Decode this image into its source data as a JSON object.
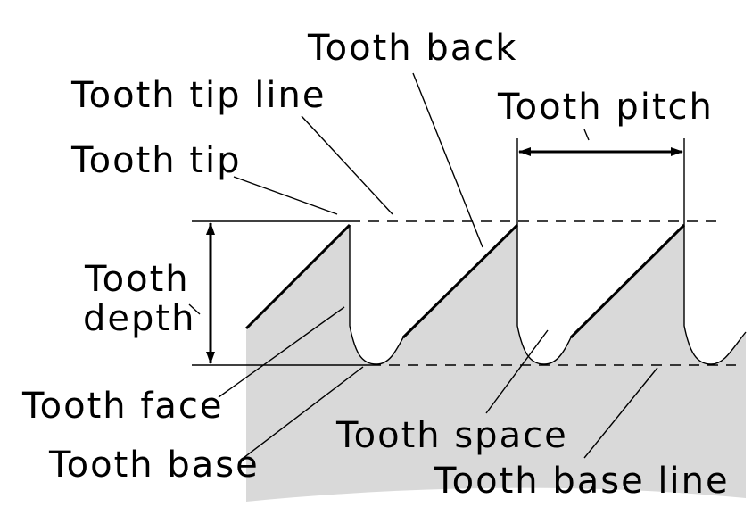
{
  "labels": {
    "tooth_back": "Tooth back",
    "tooth_tip_line": "Tooth tip line",
    "tooth_pitch": "Tooth pitch",
    "tooth_tip": "Tooth tip",
    "tooth_depth_line1": "Tooth",
    "tooth_depth_line2": "depth",
    "tooth_face": "Tooth face",
    "tooth_space": "Tooth space",
    "tooth_base": "Tooth base",
    "tooth_base_line": "Tooth base line"
  },
  "colors": {
    "blade_fill": "#d9d9d9",
    "ink": "#000000",
    "background": "#ffffff"
  }
}
